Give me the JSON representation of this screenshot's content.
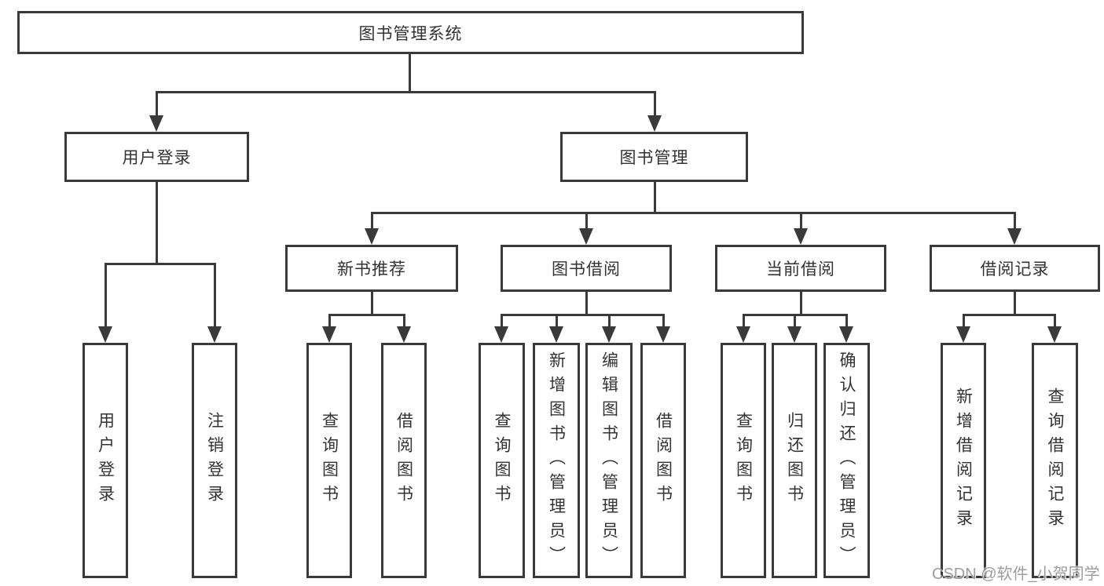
{
  "diagram": {
    "type": "functional-structure-tree",
    "colors": {
      "line": "#3a3a3a",
      "box_border": "#3a3a3a",
      "text": "#333333",
      "background": "#ffffff",
      "watermark": "#8c8c8c"
    }
  },
  "tree": {
    "label": "图书管理系统",
    "children": [
      {
        "label": "用户登录",
        "children": [
          {
            "label": "用户登录"
          },
          {
            "label": "注销登录"
          }
        ]
      },
      {
        "label": "图书管理",
        "children": [
          {
            "label": "新书推荐",
            "children": [
              {
                "label": "查询图书"
              },
              {
                "label": "借阅图书"
              }
            ]
          },
          {
            "label": "图书借阅",
            "children": [
              {
                "label": "查询图书"
              },
              {
                "label": "新增图书（管理员）"
              },
              {
                "label": "编辑图书（管理员）"
              },
              {
                "label": "借阅图书"
              }
            ]
          },
          {
            "label": "当前借阅",
            "children": [
              {
                "label": "查询图书"
              },
              {
                "label": "归还图书"
              },
              {
                "label": "确认归还（管理员）"
              }
            ]
          },
          {
            "label": "借阅记录",
            "children": [
              {
                "label": "新增借阅记录"
              },
              {
                "label": "查询借阅记录"
              }
            ]
          }
        ]
      }
    ]
  },
  "watermark": {
    "text": "CSDN @软件_小贺同学"
  }
}
